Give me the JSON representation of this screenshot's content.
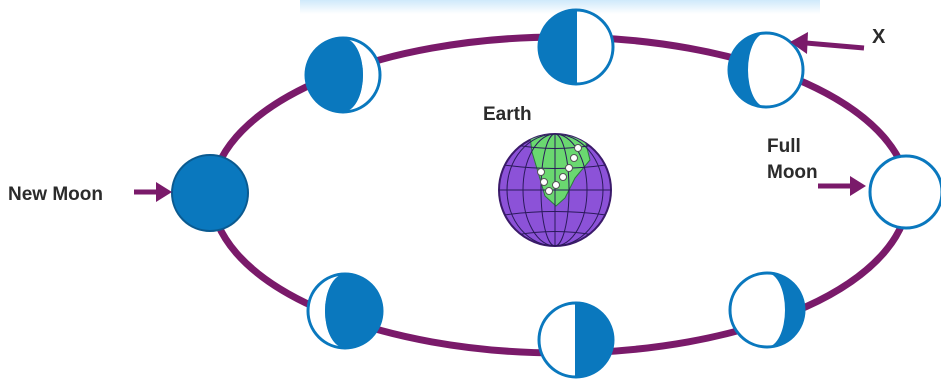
{
  "labels": {
    "new_moon": "New Moon",
    "full_moon_line1": "Full",
    "full_moon_line2": "Moon",
    "earth": "Earth",
    "x_marker": "X"
  },
  "colors": {
    "orbit": "#7a1a6a",
    "moon_dark": "#0a78be",
    "moon_lit": "#ffffff",
    "earth_ocean": "#8c52d8",
    "earth_land": "#6ad870",
    "arrow": "#7a1a6a",
    "top_glare": "#d4ecfb"
  },
  "icons": {
    "earth": "globe-icon",
    "moon_phase": "moon-phase-icon",
    "arrow": "arrow-right-icon"
  }
}
